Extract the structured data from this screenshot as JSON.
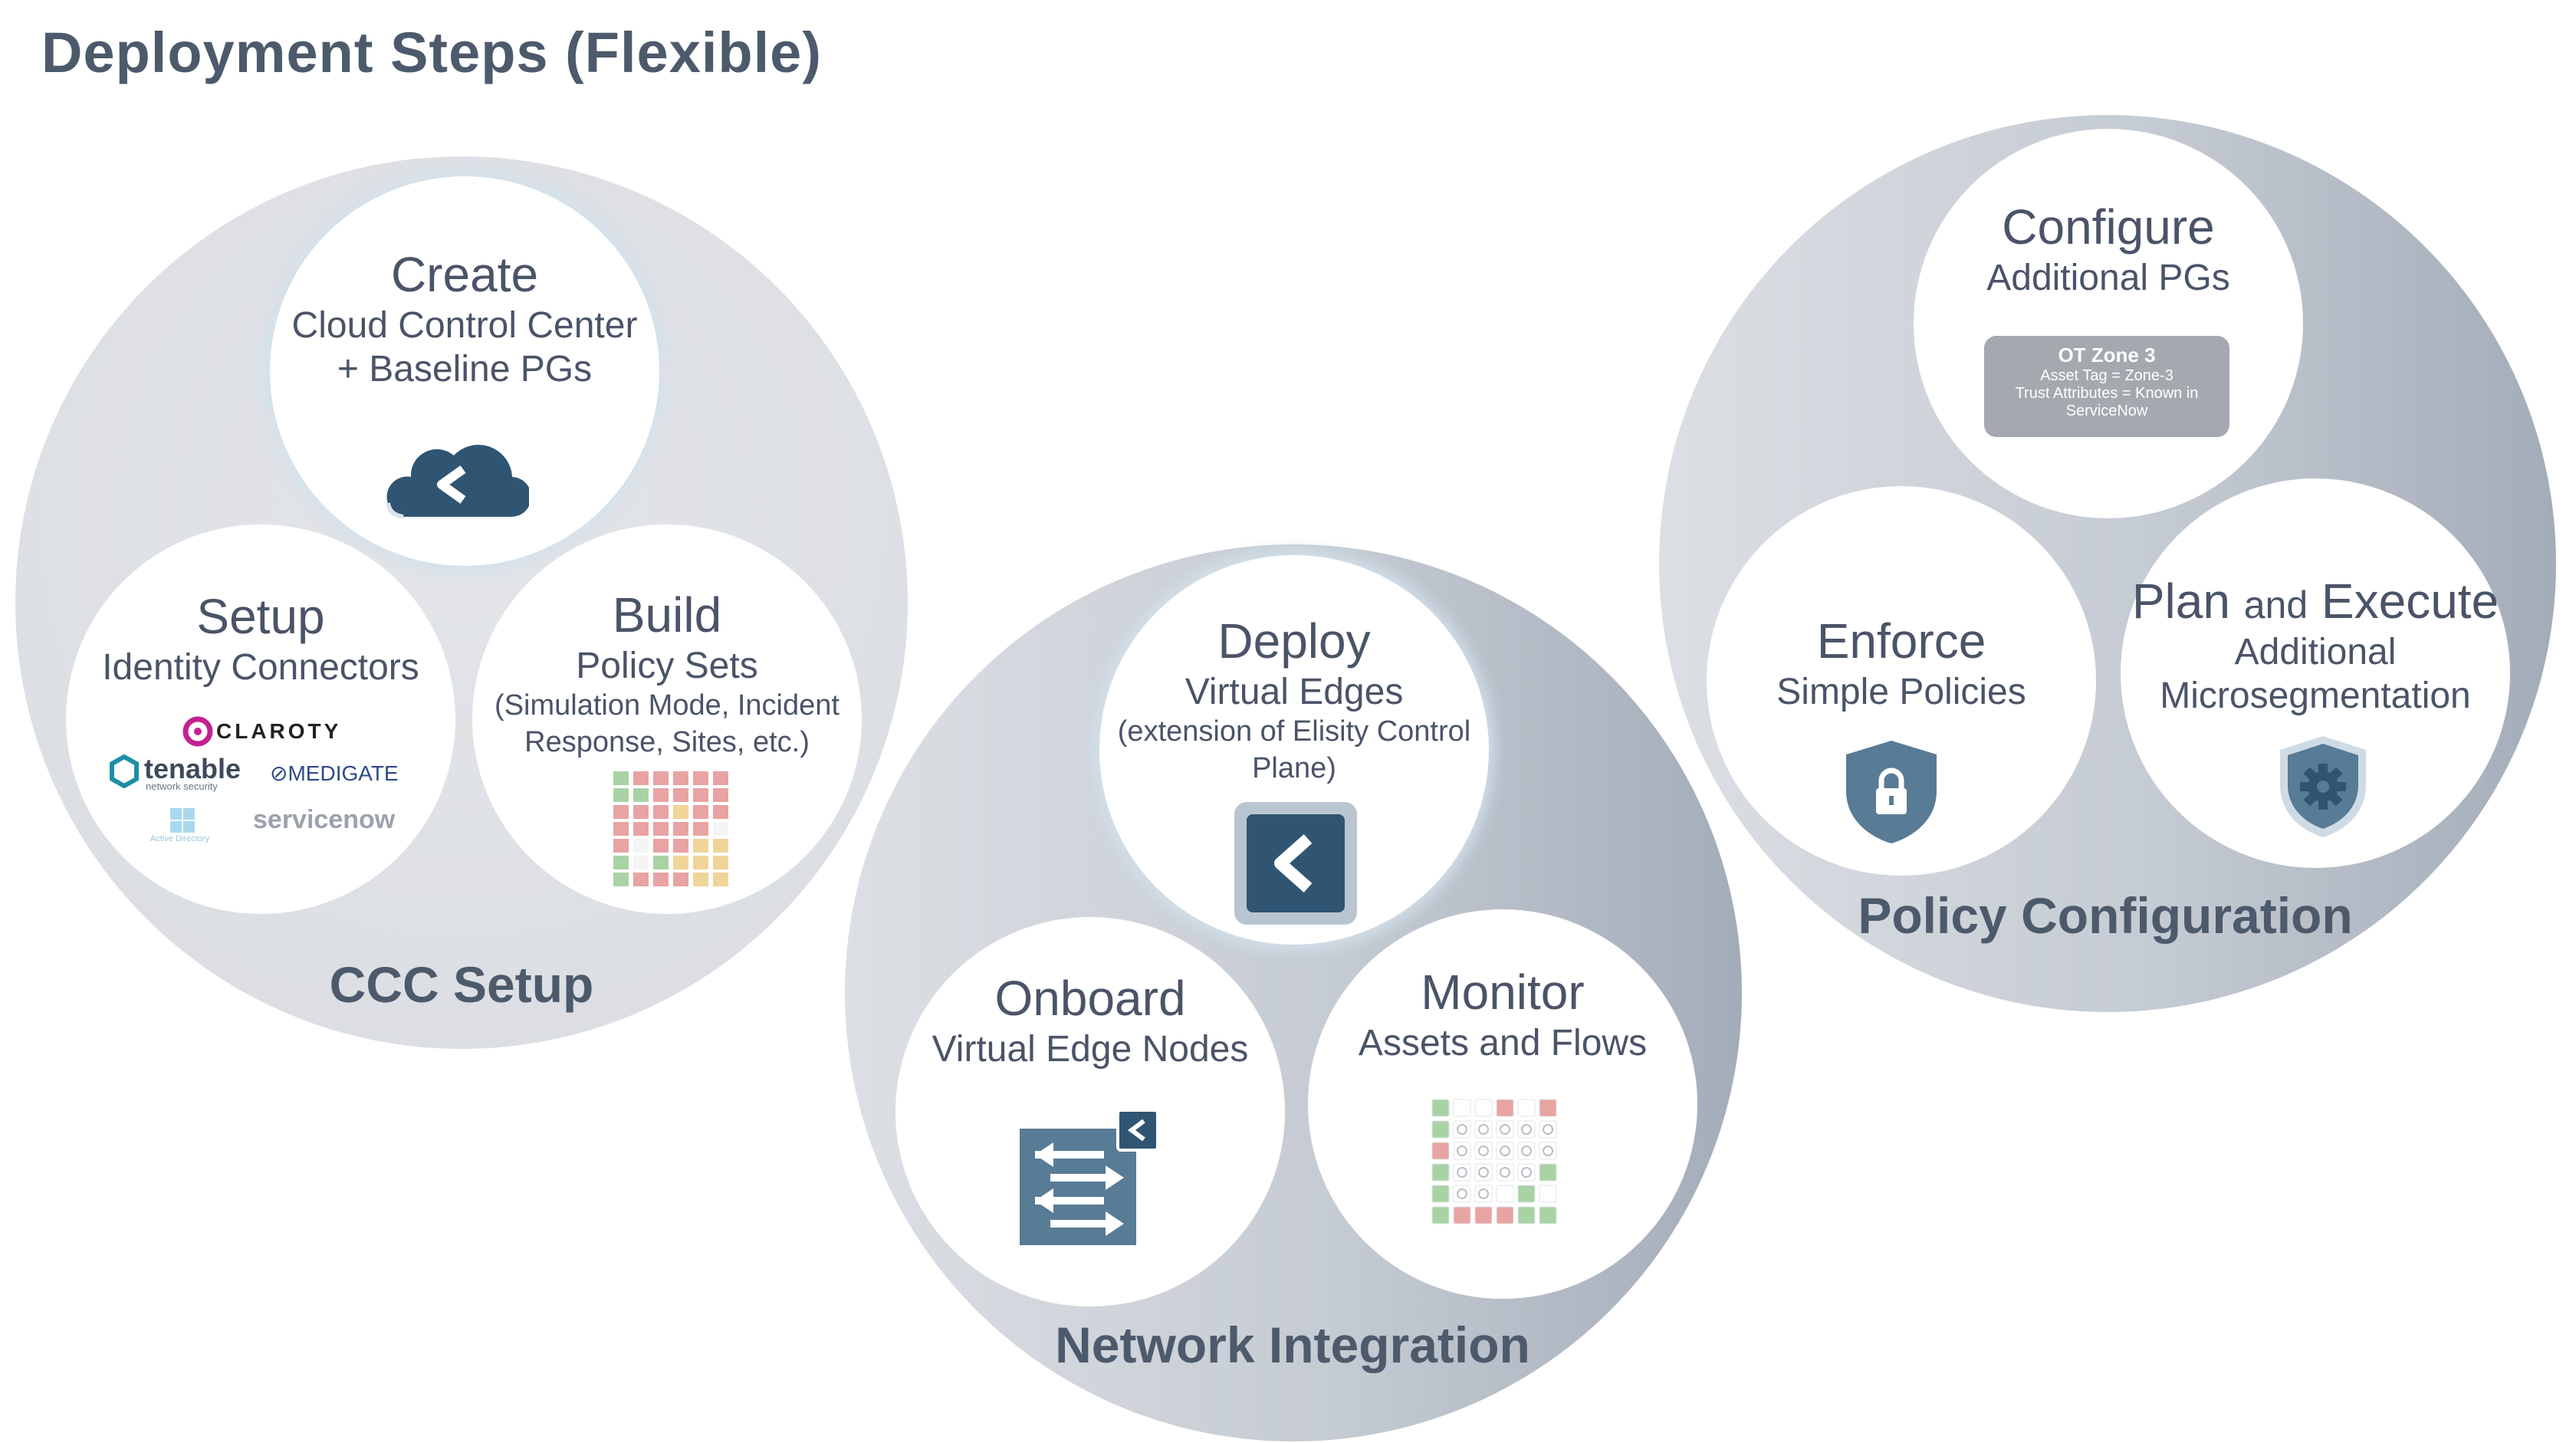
{
  "page": {
    "title": "Deployment Steps (Flexible)"
  },
  "ccc": {
    "label": "CCC Setup",
    "create": {
      "title": "Create",
      "line1": "Cloud Control Center",
      "line2": "+ Baseline PGs"
    },
    "setup": {
      "title": "Setup",
      "line1": "Identity Connectors",
      "logos": {
        "claroty": "CLAROTY",
        "tenable": "tenable",
        "tenable_sub": "network security",
        "medigate": "MEDIGATE",
        "active_directory": "Active Directory",
        "servicenow": "servicenow"
      }
    },
    "build": {
      "title": "Build",
      "line1": "Policy Sets",
      "line2": "(Simulation Mode, Incident",
      "line3": "Response, Sites, etc.)"
    }
  },
  "net": {
    "label": "Network Integration",
    "deploy": {
      "title": "Deploy",
      "line1": "Virtual Edges",
      "line2": "(extension of Elisity Control",
      "line3": "Plane)"
    },
    "onboard": {
      "title": "Onboard",
      "line1": "Virtual Edge Nodes"
    },
    "monitor": {
      "title": "Monitor",
      "line1": "Assets and Flows"
    }
  },
  "pol": {
    "label": "Policy Configuration",
    "configure": {
      "title": "Configure",
      "line1": "Additional PGs",
      "tag": {
        "title": "OT Zone 3",
        "line1": "Asset Tag = Zone-3",
        "line2": "Trust Attributes = Known in",
        "line3": "ServiceNow"
      }
    },
    "enforce": {
      "title": "Enforce",
      "line1": "Simple Policies"
    },
    "plan": {
      "title_a": "Plan",
      "title_b": "and",
      "title_c": "Execute",
      "line1": "Additional",
      "line2": "Microsegmentation"
    }
  },
  "colors": {
    "brand_navy": "#2f5573",
    "icon_slate": "#587b96",
    "grid_red": "#e8a3a3",
    "grid_green": "#a9d3a4",
    "grid_yellow": "#f0d49a",
    "claroty_pink": "#c2228f",
    "tenable_teal": "#1d8ea6"
  },
  "icons": [
    "cloud-logo-icon",
    "policy-grid-icon",
    "elisity-logo-icon",
    "network-switch-icon",
    "flow-matrix-icon",
    "shield-lock-icon",
    "shield-gear-icon"
  ]
}
